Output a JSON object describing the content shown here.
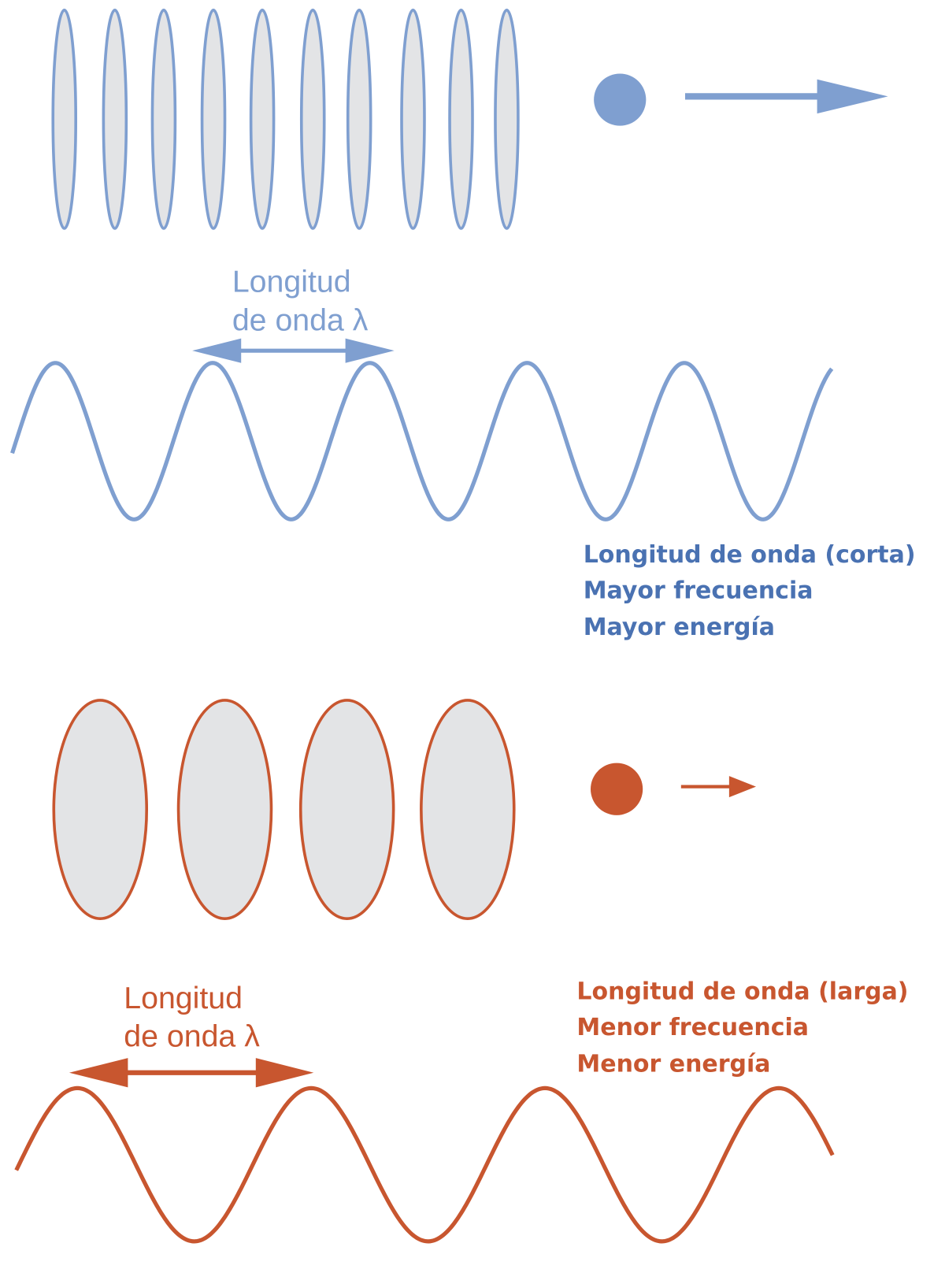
{
  "colors": {
    "short": "#7f9fd0",
    "short_text": "#4a72b2",
    "long": "#c8562f",
    "fill": "#e3e4e6"
  },
  "short_wave": {
    "label_line1": "Longitud",
    "label_line2": "de onda λ",
    "info": [
      "Longitud de onda (corta)",
      "Mayor frecuencia",
      "Mayor energía"
    ]
  },
  "long_wave": {
    "label_line1": "Longitud",
    "label_line2": "de onda λ",
    "info": [
      "Longitud de onda (larga)",
      "Menor frecuencia",
      "Menor energía"
    ]
  }
}
